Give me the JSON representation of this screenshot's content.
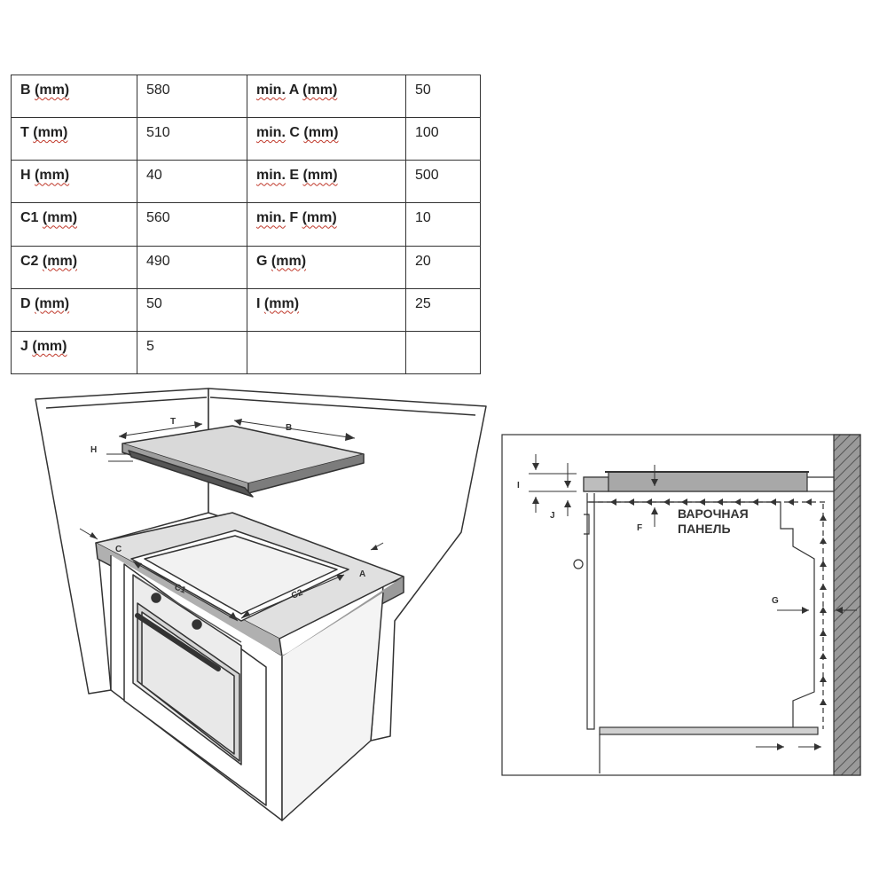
{
  "table": {
    "rows": [
      [
        {
          "k": "B",
          "u": "(mm)",
          "v": "580"
        },
        {
          "p": "min.",
          "k": "A",
          "u": "(mm)",
          "v": "50"
        }
      ],
      [
        {
          "k": "T",
          "u": "(mm)",
          "v": "510"
        },
        {
          "p": "min.",
          "k": "C",
          "u": "(mm)",
          "v": "100"
        }
      ],
      [
        {
          "k": "H",
          "u": "(mm)",
          "v": "40"
        },
        {
          "p": "min.",
          "k": "E",
          "u": "(mm)",
          "v": "500"
        }
      ],
      [
        {
          "k": "C1",
          "u": "(mm)",
          "v": "560"
        },
        {
          "p": "min.",
          "k": "F",
          "u": "(mm)",
          "v": "10"
        }
      ],
      [
        {
          "k": "C2",
          "u": "(mm)",
          "v": "490"
        },
        {
          "k": "G",
          "u": "(mm)",
          "v": "20"
        }
      ],
      [
        {
          "k": "D",
          "u": "(mm)",
          "v": "50"
        },
        {
          "k": "I",
          "u": "(mm)",
          "v": "25"
        }
      ],
      [
        {
          "k": "J",
          "u": "(mm)",
          "v": "5"
        },
        null
      ]
    ]
  },
  "left_diagram": {
    "labels": {
      "T": "T",
      "B": "B",
      "H": "H",
      "C": "C",
      "A": "A",
      "C1": "C1",
      "C2": "C2"
    }
  },
  "right_diagram": {
    "labels": {
      "I": "I",
      "J": "J",
      "F": "F",
      "G": "G"
    },
    "panel_line1": "ВАРОЧНАЯ",
    "panel_line2": "ПАНЕЛЬ"
  }
}
